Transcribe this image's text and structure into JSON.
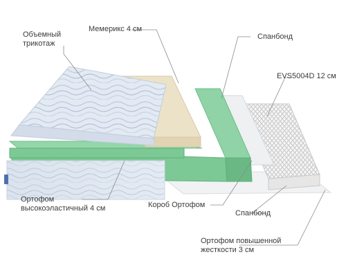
{
  "labels": {
    "knit": {
      "line1": "Объемный",
      "line2": "трикотаж"
    },
    "memorix": "Мемерикс 4 см",
    "spunbond_top": "Спанбонд",
    "springs": "EVS5004D 12 см",
    "ortofom_elastic": {
      "line1": "Ортофом",
      "line2": "высокоэластичный 4 см"
    },
    "box": "Короб Ортофом",
    "spunbond_bottom": "Спанбонд",
    "ortofom_hard": {
      "line1": "Ортофом повышенной",
      "line2": "жесткости 3 см"
    }
  },
  "colors": {
    "knit": "#dfe7f1",
    "memory_foam": "#e8dcc0",
    "ortofom_green": "#7cc995",
    "spunbond": "#eef0f2",
    "springs": "#f4f4f4",
    "callout_line": "#8a8a8a",
    "text": "#3a3a3a"
  }
}
